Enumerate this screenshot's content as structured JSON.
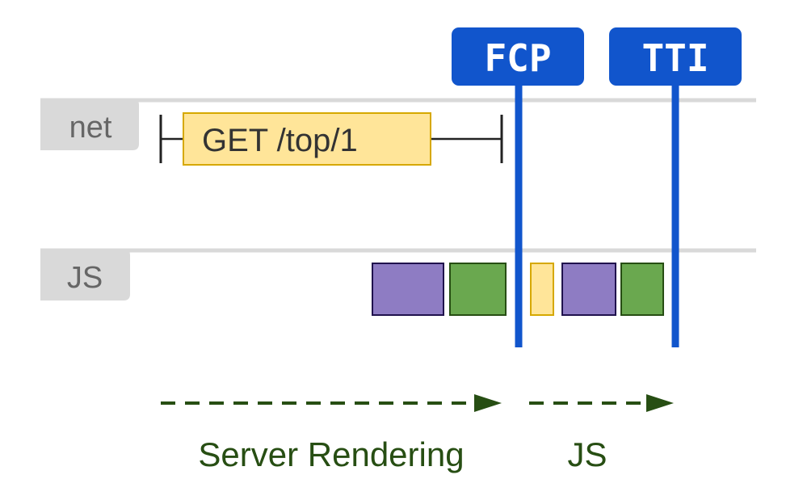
{
  "rows": {
    "net": {
      "label": "net"
    },
    "js": {
      "label": "JS"
    }
  },
  "request": {
    "label": "GET /top/1"
  },
  "markers": {
    "fcp": {
      "label": "FCP"
    },
    "tti": {
      "label": "TTI"
    }
  },
  "phases": {
    "server": {
      "label": "Server Rendering"
    },
    "js": {
      "label": "JS"
    }
  },
  "colors": {
    "marker_blue": "#1155cc",
    "request_fill": "#ffe599",
    "request_border": "#d6a800",
    "task_purple": "#8e7cc3",
    "task_green": "#6aa84f",
    "task_yellow": "#ffe599",
    "phase_green": "#274e13",
    "row_label_bg": "#d9d9d9",
    "row_label_text": "#666666"
  }
}
